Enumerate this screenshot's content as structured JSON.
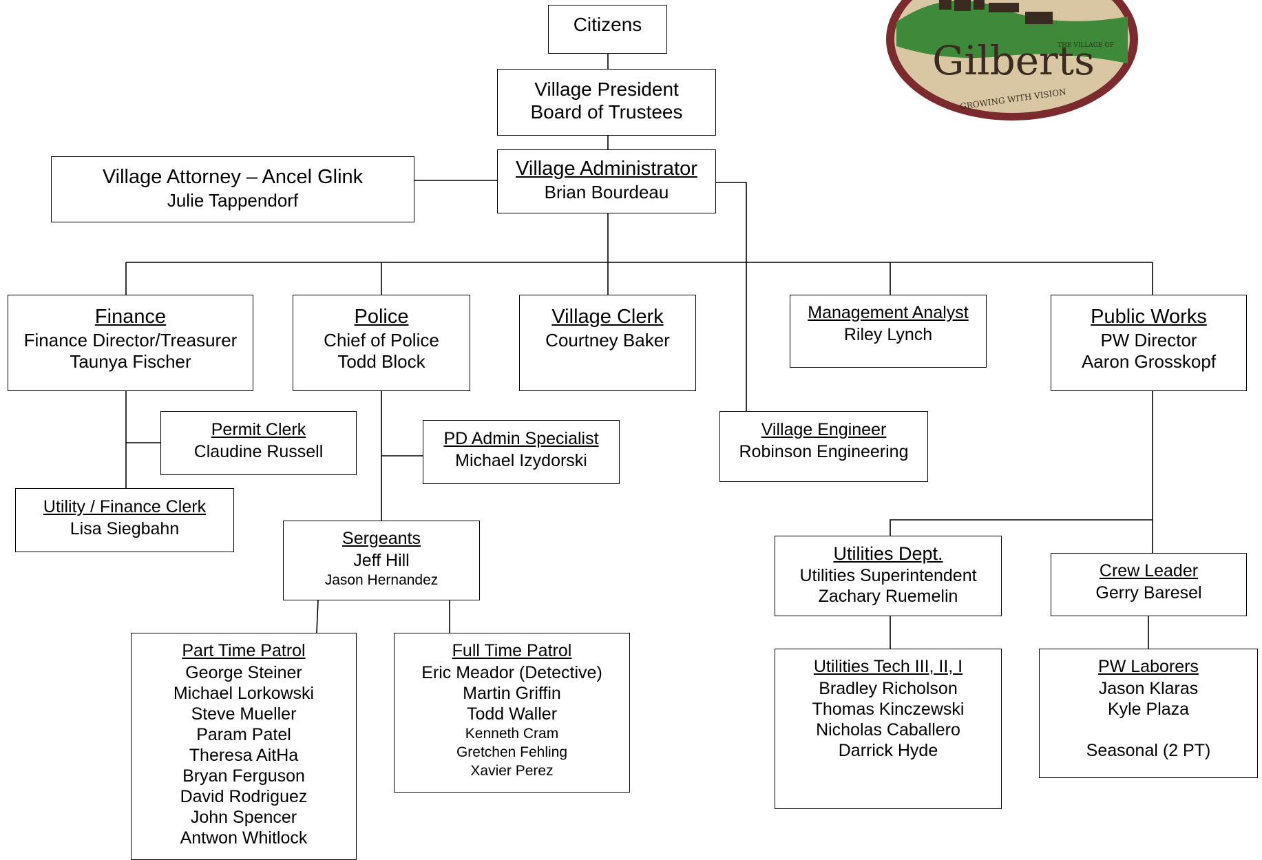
{
  "org": {
    "citizens": "Citizens",
    "board": [
      "Village President",
      "Board of Trustees"
    ],
    "administrator": {
      "title": "Village Administrator",
      "name": "Brian Bourdeau"
    },
    "attorney": {
      "title": "Village Attorney – Ancel Glink",
      "name": "Julie Tappendorf"
    },
    "finance": {
      "title": "Finance",
      "role": "Finance Director/Treasurer",
      "name": "Taunya Fischer"
    },
    "police": {
      "title": "Police",
      "role": "Chief of Police",
      "name": "Todd Block"
    },
    "clerk": {
      "title": "Village Clerk",
      "name": "Courtney Baker"
    },
    "analyst": {
      "title": "Management Analyst",
      "name": "Riley Lynch"
    },
    "public_works": {
      "title": "Public Works",
      "role": "PW Director",
      "name": "Aaron Grosskopf"
    },
    "permit_clerk": {
      "title": "Permit Clerk",
      "name": "Claudine Russell"
    },
    "utility_clerk": {
      "title": "Utility / Finance Clerk",
      "name": "Lisa Siegbahn"
    },
    "pd_admin": {
      "title": "PD Admin Specialist",
      "name": "Michael Izydorski"
    },
    "engineer": {
      "title": "Village Engineer",
      "name": "Robinson Engineering"
    },
    "sergeants": {
      "title": "Sergeants",
      "names": [
        "Jeff Hill",
        "Jason Hernandez"
      ]
    },
    "part_time_patrol": {
      "title": "Part Time Patrol",
      "names": [
        "George Steiner",
        "Michael Lorkowski",
        "Steve Mueller",
        "Param Patel",
        "Theresa AitHa",
        "Bryan Ferguson",
        "David Rodriguez",
        "John Spencer",
        "Antwon Whitlock"
      ]
    },
    "full_time_patrol": {
      "title": "Full Time Patrol",
      "names": [
        "Eric Meador (Detective)",
        "Martin Griffin",
        "Todd Waller",
        "Kenneth Cram",
        "Gretchen Fehling",
        "Xavier Perez"
      ]
    },
    "utilities_dept": {
      "title": "Utilities Dept.",
      "role": "Utilities Superintendent",
      "name": "Zachary Ruemelin"
    },
    "crew_leader": {
      "title": "Crew Leader",
      "name": "Gerry Baresel"
    },
    "utilities_tech": {
      "title": "Utilities Tech III, II, I",
      "names": [
        "Bradley Richolson",
        "Thomas Kinczewski",
        "Nicholas Caballero",
        "Darrick Hyde"
      ]
    },
    "pw_laborers": {
      "title": "PW Laborers",
      "names": [
        "Jason Klaras",
        "Kyle Plaza",
        "",
        "Seasonal (2 PT)"
      ]
    }
  },
  "logo": {
    "village_of": "THE VILLAGE OF",
    "name": "Gilberts",
    "motto": "GROWING WITH VISION",
    "colors": {
      "green": "#3f8a3a",
      "tan": "#d9c7a3",
      "ring": "#7b2a2e",
      "text": "#3a2b20"
    }
  }
}
